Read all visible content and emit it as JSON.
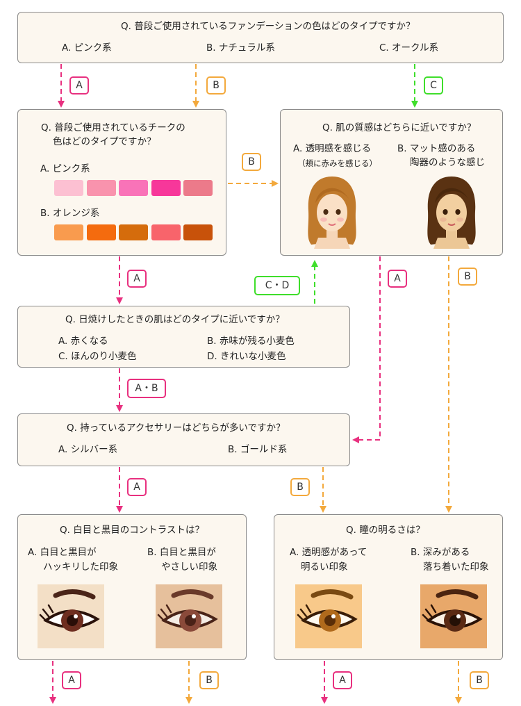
{
  "colors": {
    "pink": "#e8307f",
    "orange": "#f3a93c",
    "green": "#3fde2b"
  },
  "q1": {
    "question": "Q. 普段ご使用されているファンデーションの色はどのタイプですか？",
    "a": "A. ピンク系",
    "b": "B. ナチュラル系",
    "c": "C. オークル系"
  },
  "q2": {
    "question_line1": "Q. 普段ご使用されているチークの",
    "question_line2": "色はどのタイプですか？",
    "a": "A. ピンク系",
    "b": "B. オレンジ系",
    "pink_swatches": [
      "#fcc0d2",
      "#f993ad",
      "#f973b8",
      "#f7379a",
      "#ec7a8a"
    ],
    "orange_swatches": [
      "#f99b4e",
      "#f46b0e",
      "#d56c0c",
      "#f8646b",
      "#c8520a"
    ]
  },
  "q3": {
    "question": "Q. 肌の質感はどちらに近いですか？",
    "a_line1": "A. 透明感を感じる",
    "a_line2": "（頬に赤みを感じる）",
    "b_line1": "B. マット感のある",
    "b_line2": "陶器のような感じ"
  },
  "q4": {
    "question": "Q. 日焼けしたときの肌はどのタイプに近いですか？",
    "a": "A. 赤くなる",
    "b": "B. 赤味が残る小麦色",
    "c": "C. ほんのり小麦色",
    "d": "D. きれいな小麦色"
  },
  "q5": {
    "question": "Q. 持っているアクセサリーはどちらが多いですか？",
    "a": "A. シルバー系",
    "b": "B. ゴールド系"
  },
  "q6": {
    "question": "Q. 白目と黒目のコントラストは？",
    "a_line1": "A. 白目と黒目が",
    "a_line2": "ハッキリした印象",
    "b_line1": "B. 白目と黒目が",
    "b_line2": "やさしい印象"
  },
  "q7": {
    "question": "Q. 瞳の明るさは？",
    "a_line1": "A. 透明感があって",
    "a_line2": "明るい印象",
    "b_line1": "B. 深みがある",
    "b_line2": "落ち着いた印象"
  },
  "tags": {
    "a": "A",
    "b": "B",
    "c": "C",
    "cd": "C・D",
    "ab": "A・B"
  }
}
